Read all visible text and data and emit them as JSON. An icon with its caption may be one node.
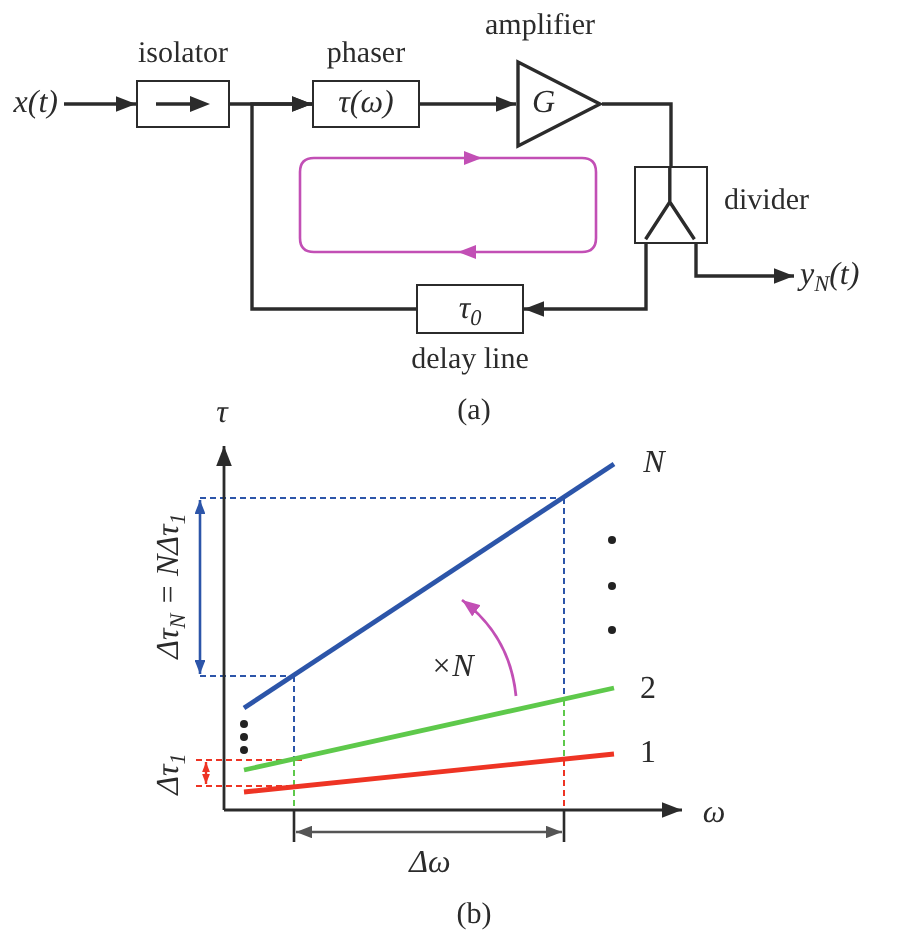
{
  "diagram": {
    "nodes": [
      {
        "text": [
          "x(t)"
        ]
      },
      {
        "text": [
          "isolator"
        ]
      },
      {
        "text": [
          "phaser",
          "τ(ω)"
        ]
      },
      {
        "text": [
          "amplifier",
          "G"
        ]
      },
      {
        "text": [
          "divider"
        ]
      },
      {
        "text": [
          "y$_{N}$(t)"
        ]
      },
      {
        "text": [
          "τ$_{0}$",
          "delay line"
        ]
      }
    ],
    "edges": [
      {
        "from": 0,
        "to": 1,
        "arrow": "to"
      },
      {
        "from": 1,
        "to": 2,
        "arrow": "to"
      },
      {
        "from": 2,
        "to": 3,
        "arrow": "to"
      },
      {
        "from": 3,
        "to": 4,
        "arrow": "none"
      },
      {
        "from": 4,
        "to": 6,
        "arrow": "to"
      },
      {
        "from": 6,
        "to": 2,
        "arrow": "to"
      },
      {
        "from": 4,
        "to": 5,
        "arrow": "to"
      }
    ],
    "labels": [
      "(a)",
      "τ",
      "N",
      "Δτ$_{N}$ = NΔτ$_{1}$",
      "×N",
      "2",
      "1",
      "Δτ$_{1}$",
      "ω",
      "Δω",
      "(b)"
    ]
  }
}
